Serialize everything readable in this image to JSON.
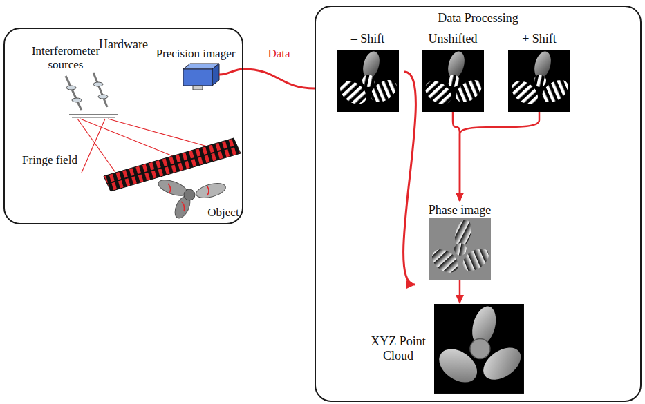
{
  "diagram": {
    "nodes": [
      {
        "text": [
          "Hardware"
        ]
      },
      {
        "text": [
          "Data Processing"
        ]
      },
      {
        "text": [
          "– Shift"
        ],
        "in": 1
      },
      {
        "text": [
          "Unshifted"
        ],
        "in": 1
      },
      {
        "text": [
          "+ Shift"
        ],
        "in": 1
      },
      {
        "text": [
          "Phase image"
        ],
        "in": 1
      },
      {
        "text": [
          "XYZ Point Cloud"
        ],
        "in": 1
      }
    ],
    "edges": [
      {
        "from": 0,
        "to": 1,
        "label": "Data",
        "arrow": "none"
      },
      {
        "from": 2,
        "to": 5,
        "arrow": "to"
      },
      {
        "from": 3,
        "to": 5,
        "arrow": "to"
      },
      {
        "from": 4,
        "to": 5,
        "arrow": "to"
      },
      {
        "from": 5,
        "to": 6,
        "arrow": "to"
      }
    ],
    "labels": [
      "Interferometer sources",
      "Precision imager",
      "Fringe field",
      "Object"
    ]
  }
}
